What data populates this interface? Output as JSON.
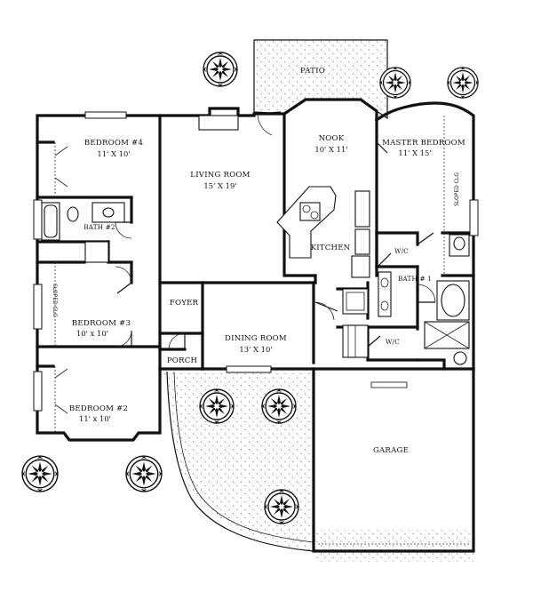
{
  "rooms": {
    "patio": {
      "label": "PATIO"
    },
    "nook": {
      "label": "NOOK",
      "size": "10' X 11'"
    },
    "master_bedroom": {
      "label": "MASTER BEDROOM",
      "size": "11' X 15'"
    },
    "bedroom4": {
      "label": "BEDROOM #4",
      "size": "11' X 10'"
    },
    "living_room": {
      "label": "LIVING ROOM",
      "size": "15' X 19'"
    },
    "bath2": {
      "label": "BATH #2"
    },
    "kitchen": {
      "label": "KITCHEN"
    },
    "wic_upper": {
      "label": "W/C"
    },
    "bath1": {
      "label": "BATH # 1"
    },
    "wic_lower": {
      "label": "W/C"
    },
    "foyer": {
      "label": "FOYER"
    },
    "bedroom3": {
      "label": "BEDROOM #3",
      "size": "10' x 10'"
    },
    "dining_room": {
      "label": "DINING ROOM",
      "size": "13' X 10'"
    },
    "porch": {
      "label": "PORCH"
    },
    "bedroom2": {
      "label": "BEDROOM #2",
      "size": "11' x 10'"
    },
    "garage": {
      "label": "GARAGE"
    }
  },
  "closets": {
    "left": {
      "label": "SLOPED CLG"
    },
    "right": {
      "label": "SLOPED CLG"
    }
  }
}
